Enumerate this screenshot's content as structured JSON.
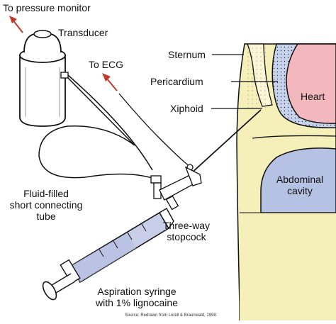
{
  "labels": {
    "pressure_monitor": "To pressure monitor",
    "transducer": "Transducer",
    "to_ecg": "To ECG",
    "sternum": "Sternum",
    "pericardium": "Pericardium",
    "xiphoid": "Xiphoid",
    "heart": "Heart",
    "abdominal_line1": "Abdominal",
    "abdominal_line2": "cavity",
    "fluid_line1": "Fluid-filled",
    "fluid_line2": "short connecting",
    "fluid_line3": "tube",
    "stopcock_line1": "Three-way",
    "stopcock_line2": "stopcock",
    "syringe_line1": "Aspiration syringe",
    "syringe_line2": "with 1% lignocaine",
    "source": "Source: Redrawn from Lorell & Braunwald, 1998."
  },
  "colors": {
    "heart_fill": "#f2b8bd",
    "abdomen_fill": "#b6c2e4",
    "pericardium_fill": "#c7d2ec",
    "body_fill": "#f5efb9",
    "sternum_fill": "#fbf6d6",
    "syringe_fill": "#c9cee8",
    "arrow_red": "#c0392b",
    "line_color": "#111111"
  },
  "icons": {
    "transducer": "transducer-cylinder-icon",
    "syringe": "syringe-icon",
    "stopcock": "three-way-stopcock-icon",
    "arrow": "red-arrow-icon"
  }
}
